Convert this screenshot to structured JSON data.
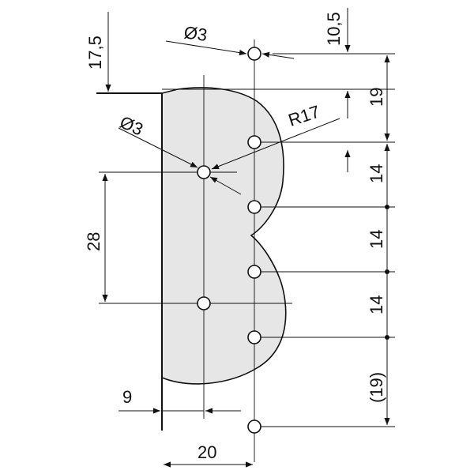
{
  "dimensions": {
    "top_left_offset": "17,5",
    "top_hole_dia": "Ø3",
    "top_right_offset": "10,5",
    "plate_top_to_first": "19",
    "inner_hole_dia": "Ø3",
    "radius": "R17",
    "left_vertical": "28",
    "spacing_1": "14",
    "spacing_2": "14",
    "spacing_3": "14",
    "bottom_spacing": "(19)",
    "bottom_left_offset": "9",
    "bottom_width": "20"
  }
}
